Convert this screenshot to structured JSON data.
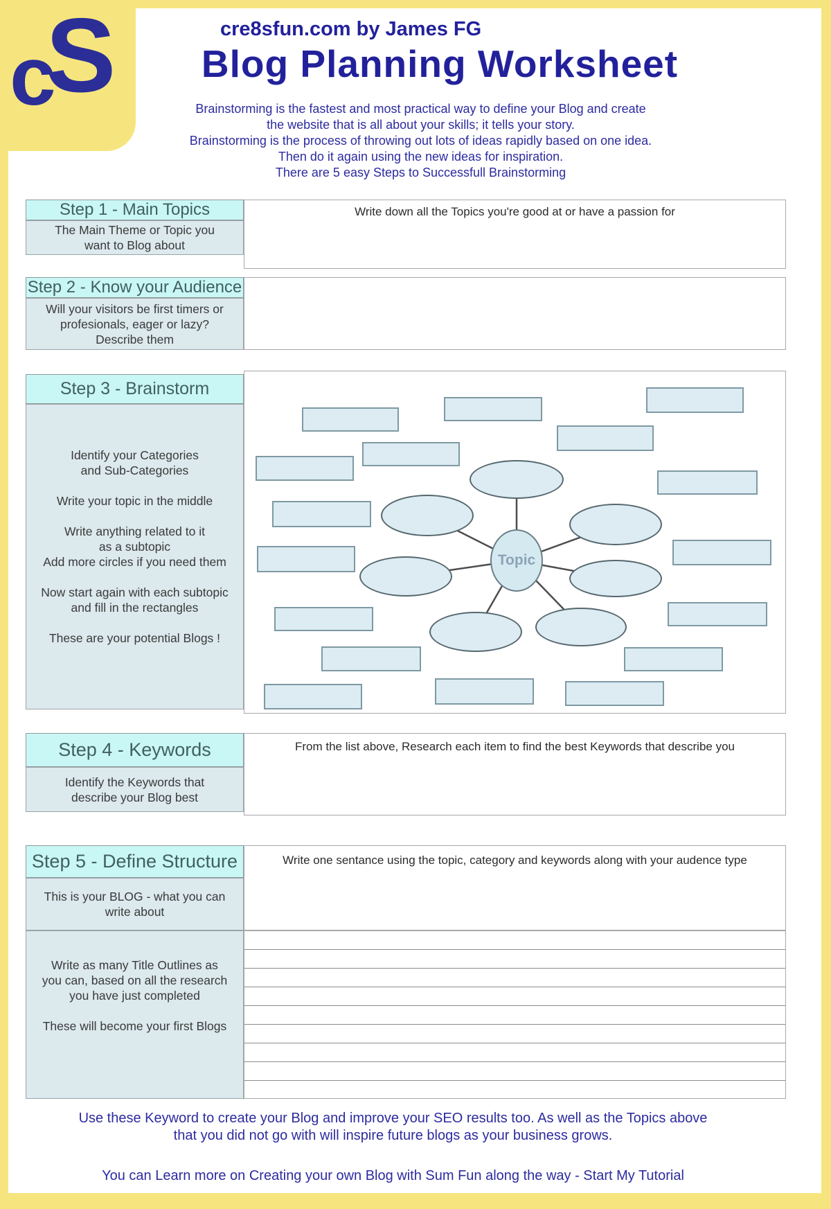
{
  "logo": {
    "part1": "c",
    "part2": "S"
  },
  "header": {
    "site_line": "cre8sfun.com by James FG",
    "title": "Blog Planning Worksheet",
    "intro": "Brainstorming is the fastest and most practical way to define your Blog and create\nthe website that is all about your skills; it tells your story.\nBrainstorming is the process of throwing out lots of ideas rapidly based on one idea.\nThen do it again using the new ideas for inspiration.\nThere are 5 easy Steps to Successfull Brainstorming"
  },
  "steps": [
    {
      "label": "Step 1 - Main Topics",
      "description": "The Main Theme or Topic you\nwant to Blog about",
      "prompt": "Write down all the Topics you're good at or have a passion for"
    },
    {
      "label": "Step 2 - Know your Audience",
      "description": "Will your visitors be first timers or\nprofesionals, eager or lazy?\nDescribe them",
      "prompt": ""
    },
    {
      "label": "Step 3 - Brainstorm",
      "description": "Identify your Categories\nand Sub-Categories\n\nWrite your topic in the middle\n\nWrite anything related to it\nas a subtopic\nAdd more circles if you need them\n\nNow start again with each subtopic\nand fill in the rectangles\n\nThese are your potential Blogs !",
      "topic_label": "Topic"
    },
    {
      "label": "Step 4 - Keywords",
      "description": "Identify the Keywords that\ndescribe your Blog best",
      "prompt": "From the list above, Research each item to find the best Keywords that describe you"
    },
    {
      "label": "Step 5 - Define Structure",
      "description": "This is your BLOG - what you can\nwrite about",
      "prompt": "Write one sentance using the topic, category and keywords along with your audence type",
      "outline_note": "Write as many Title Outlines as\nyou can, based on all the research\nyou have just completed\n\nThese will become your first Blogs"
    }
  ],
  "footer": {
    "keywords_note": "Use these Keyword to create your Blog and improve your SEO results too. As well as the Topics above\nthat you did not go with will inspire future blogs as your business grows.",
    "tutorial_line": "You can Learn more on Creating your own Blog with Sum Fun along the way - Start My Tutorial"
  },
  "colors": {
    "frame_yellow": "#f6e57e",
    "navy_text": "#22219b",
    "step_header_bg": "#c9f7f6",
    "panel_bg": "#dce9ed",
    "shape_fill": "#dcecf2"
  }
}
